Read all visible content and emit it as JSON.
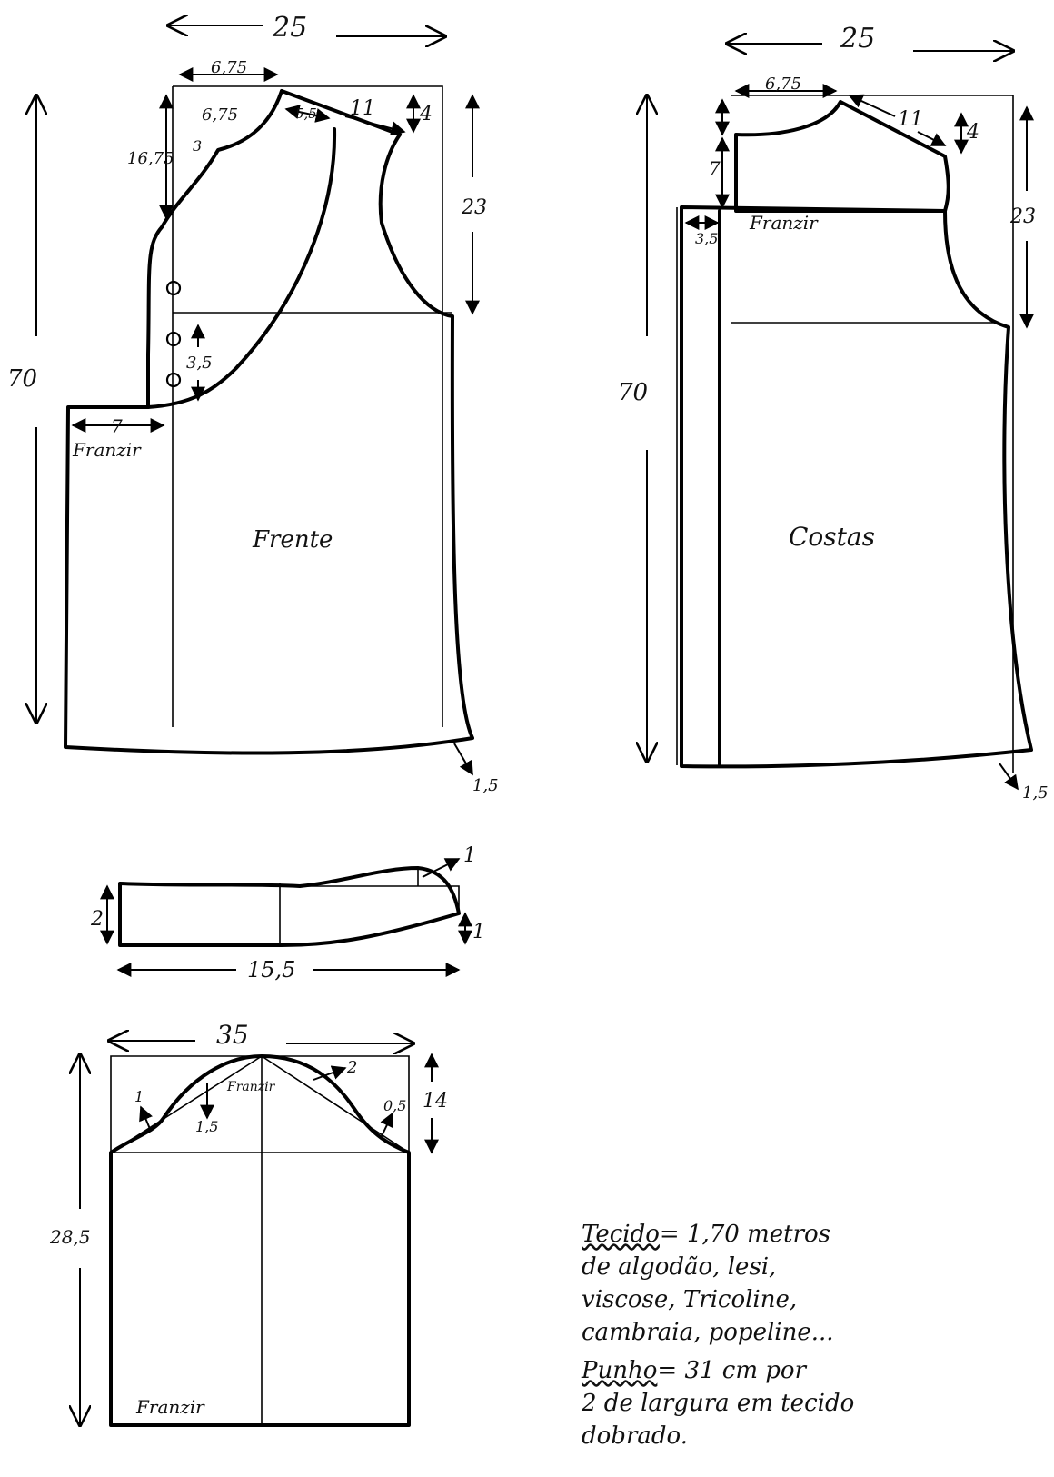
{
  "front": {
    "name": "Frente",
    "width": "25",
    "height": "70",
    "neck_width": "6,75",
    "neck_depth_small": "6,75",
    "neck_depth": "16,75",
    "three": "3",
    "shoulder": "11",
    "shoulder_drop": "4",
    "placket_offset": "5,5",
    "armhole": "23",
    "button_gap": "3,5",
    "gather_width": "7",
    "gather_label": "Franzir",
    "hem_drop": "1,5"
  },
  "back": {
    "name": "Costas",
    "width": "25",
    "height": "70",
    "neck_width": "6,75",
    "shoulder": "11",
    "shoulder_drop": "4",
    "yoke_depth": "7",
    "armhole": "23",
    "gather_width": "3,5",
    "gather_label": "Franzir",
    "hem_drop": "1,5"
  },
  "collar": {
    "height": "2",
    "length": "15,5",
    "tip_rise": "1",
    "tip_side": "1"
  },
  "sleeve": {
    "width": "35",
    "cap_height": "14",
    "length": "28,5",
    "cap_label": "Franzir",
    "hem_label": "Franzir",
    "d1": "1",
    "d15": "1,5",
    "d2": "2",
    "d05": "0,5"
  },
  "notes": {
    "fabric_label": "Tecido",
    "fabric_line1": "= 1,70 metros",
    "fabric_line2": "de algodão, lesi,",
    "fabric_line3": "viscose, Tricoline,",
    "fabric_line4": "cambraia, popeline...",
    "cuff_label": "Punho",
    "cuff_line1": "= 31 cm por",
    "cuff_line2": "2 de largura em tecido",
    "cuff_line3": "dobrado."
  }
}
